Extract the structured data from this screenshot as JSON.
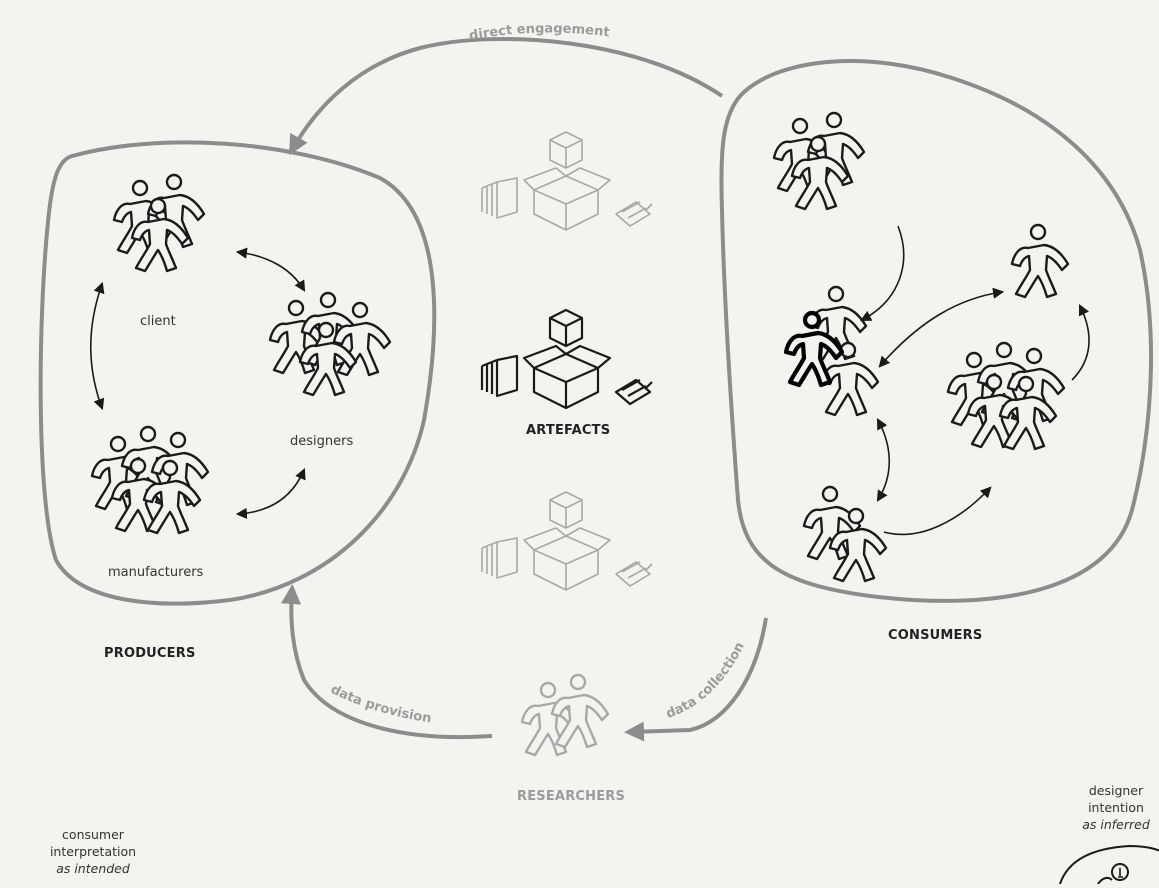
{
  "groups": {
    "producers": "PRODUCERS",
    "artefacts": "ARTEFACTS",
    "consumers": "CONSUMERS",
    "researchers": "RESEARCHERS"
  },
  "producer_labels": {
    "client": "client",
    "designers": "designers",
    "manufacturers": "manufacturers"
  },
  "flows": {
    "direct_engagement": "direct engagement",
    "data_provision": "data provision",
    "data_collection": "data collection"
  },
  "notes": {
    "consumer_line1": "consumer",
    "consumer_line2": "interpretation",
    "consumer_line3": "as intended",
    "designer_line1": "designer",
    "designer_line2": "intention",
    "designer_line3": "as inferred"
  },
  "colors": {
    "background": "#f5f3ef",
    "outline": "#8c8c8c",
    "ink": "#1a1a1a",
    "faded": "#a8a8a8"
  }
}
